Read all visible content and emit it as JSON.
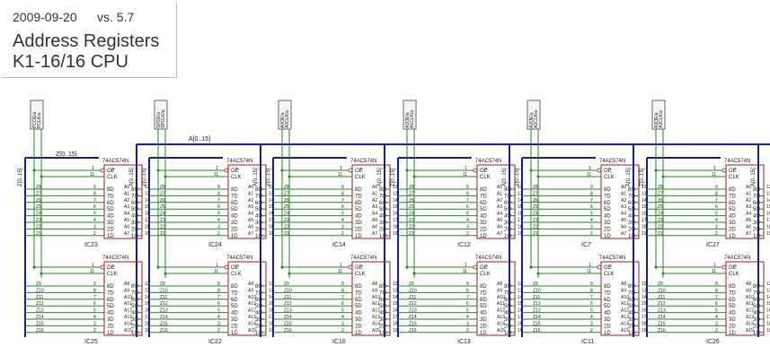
{
  "title_block": {
    "date": "2009-09-20",
    "version": "vs. 5.7",
    "title": "Address Registers",
    "subtitle": "K1-16/16 CPU"
  },
  "buses": {
    "data_in": "Z[0..15]",
    "addr": "A[0..15]"
  },
  "chip": {
    "part": "74AC574N",
    "oe": "OE",
    "clk": "CLK",
    "d_pins": [
      "8D",
      "7D",
      "6D",
      "5D",
      "4D",
      "3D",
      "2D",
      "1D"
    ],
    "q_pins": [
      "8Q",
      "7Q",
      "6Q",
      "5Q",
      "4Q",
      "3Q",
      "2Q",
      "1Q"
    ],
    "in_pin_nums": [
      "9",
      "8",
      "7",
      "6",
      "5",
      "4",
      "3",
      "2"
    ],
    "out_pin_nums": [
      "12",
      "13",
      "14",
      "15",
      "16",
      "17",
      "18",
      "19"
    ],
    "oe_pin": "1",
    "clk_pin": "11"
  },
  "z_low": [
    "Z8",
    "Z7",
    "Z6",
    "Z5",
    "Z4",
    "Z3",
    "Z2",
    "Z1"
  ],
  "z_high": [
    "Z9",
    "Z10",
    "Z11",
    "Z12",
    "Z13",
    "Z14",
    "Z15",
    "Z16"
  ],
  "a_low": [
    "A0",
    "A1",
    "A2",
    "A3",
    "A4",
    "A5",
    "A6",
    "A7"
  ],
  "a_high": [
    "A8",
    "A9",
    "A10",
    "A11",
    "A12",
    "A13",
    "A14",
    "A15"
  ],
  "columns": [
    {
      "ctrl": [
        "PCOE/a",
        "PCLK/a"
      ],
      "top_ic": "IC23",
      "bot_ic": "IC25"
    },
    {
      "ctrl": [
        "SPOE/a",
        "SPCLK/a"
      ],
      "top_ic": "IC24",
      "bot_ic": "IC22"
    },
    {
      "ctrl": [
        "A0OE/a",
        "A0CLK/a"
      ],
      "top_ic": "IC14",
      "bot_ic": "IC16"
    },
    {
      "ctrl": [
        "A1OE/a",
        "A1CLK/a"
      ],
      "top_ic": "IC12",
      "bot_ic": "IC13"
    },
    {
      "ctrl": [
        "A2OE/a",
        "A2CLK/a"
      ],
      "top_ic": "IC7",
      "bot_ic": "IC11"
    },
    {
      "ctrl": [
        "A3OE/a",
        "A3CLK/a"
      ],
      "top_ic": "IC27",
      "bot_ic": "IC26"
    }
  ],
  "colors": {
    "bus": "#1a1aa0",
    "wire": "#1f8a1f",
    "chip": "#a01818",
    "text": "#222222",
    "ctrl_box": "#6a6a6a"
  }
}
